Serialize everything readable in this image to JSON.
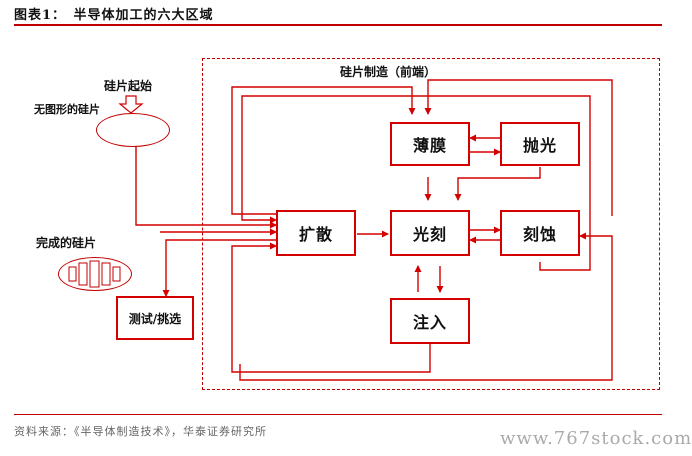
{
  "title": "图表1：　半导体加工的六大区域",
  "region_label": "硅片制造（前端）",
  "labels": {
    "wafer_start": "硅片起始",
    "unpatterned_wafer": "无图形的硅片",
    "finished_wafer": "完成的硅片"
  },
  "boxes": {
    "thin_film": "薄膜",
    "polish": "抛光",
    "diffusion": "扩散",
    "lithography": "光刻",
    "etch": "刻蚀",
    "implant": "注入",
    "test_sort": "测试/挑选"
  },
  "source": "资料来源：《半导体制造技术》，华泰证券研究所",
  "watermark": "www.767stock.com",
  "colors": {
    "accent": "#d40000",
    "rule": "#c00000"
  }
}
